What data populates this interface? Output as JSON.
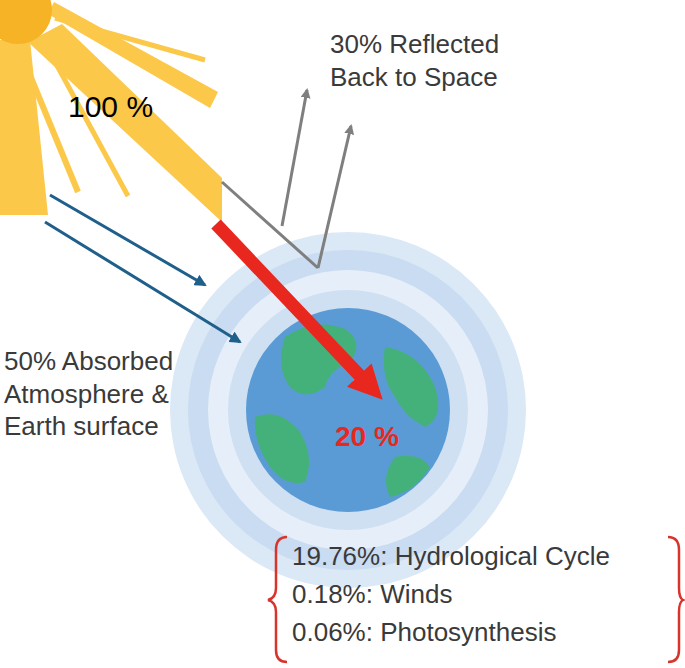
{
  "diagram": {
    "nodes": [
      {
        "text": [
          "20 %"
        ]
      }
    ],
    "labels": [
      "100 %",
      "30% Reflected Back to Space",
      "50% Absorbed Atmosphere & Earth surface",
      "19.76%: Hydrological Cycle",
      "0.18%: Winds",
      "0.06%: Photosynthesis"
    ]
  }
}
